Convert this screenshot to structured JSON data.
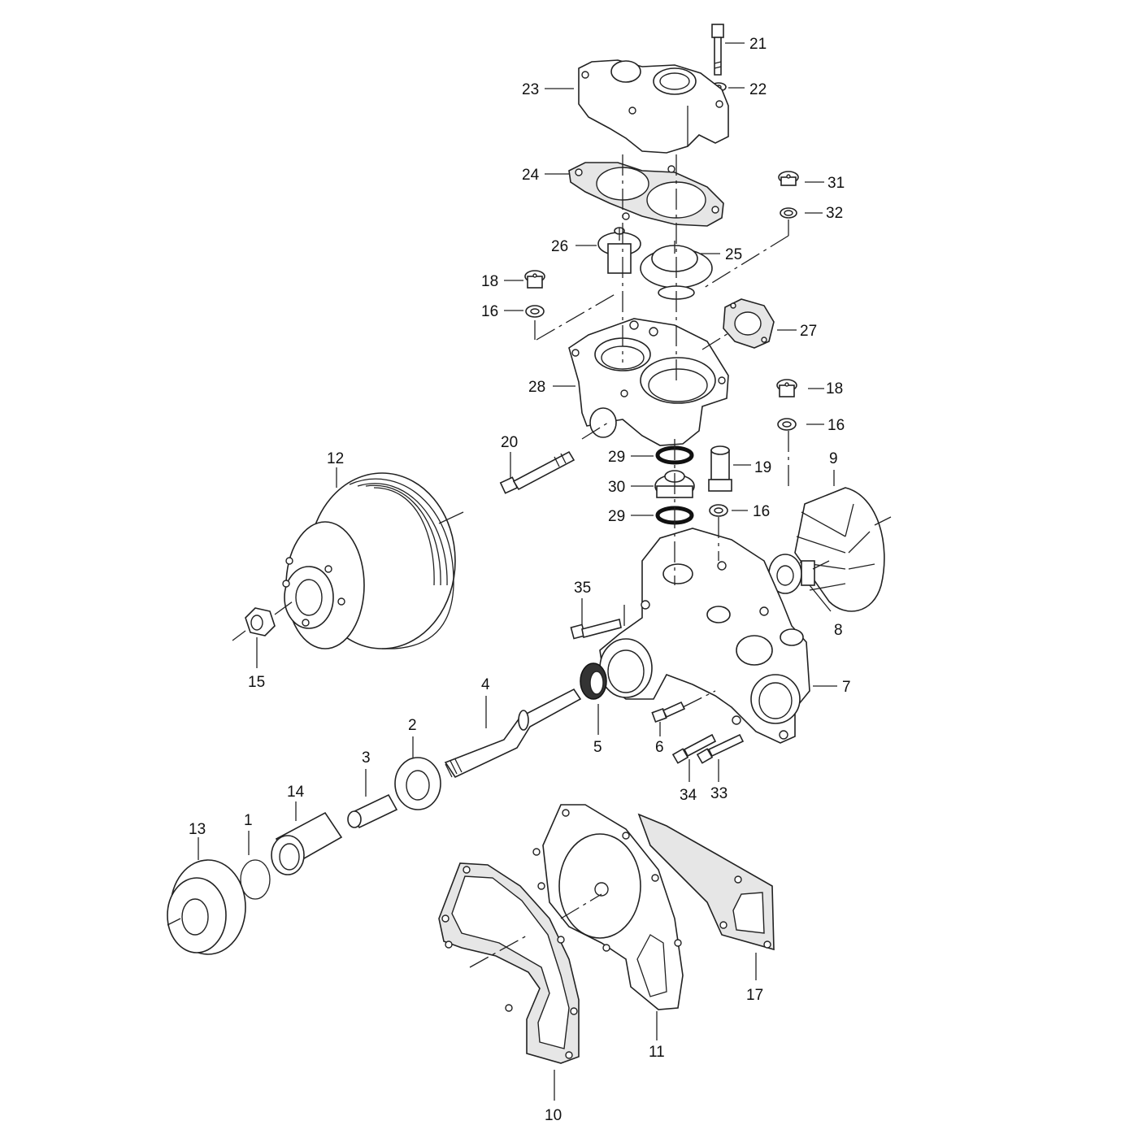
{
  "diagram": {
    "callouts": [
      {
        "id": "c1",
        "label": "1"
      },
      {
        "id": "c2",
        "label": "2"
      },
      {
        "id": "c3",
        "label": "3"
      },
      {
        "id": "c4",
        "label": "4"
      },
      {
        "id": "c5",
        "label": "5"
      },
      {
        "id": "c6",
        "label": "6"
      },
      {
        "id": "c7",
        "label": "7"
      },
      {
        "id": "c8",
        "label": "8"
      },
      {
        "id": "c9",
        "label": "9"
      },
      {
        "id": "c10",
        "label": "10"
      },
      {
        "id": "c11",
        "label": "11"
      },
      {
        "id": "c12",
        "label": "12"
      },
      {
        "id": "c13",
        "label": "13"
      },
      {
        "id": "c14",
        "label": "14"
      },
      {
        "id": "c15",
        "label": "15"
      },
      {
        "id": "c16a",
        "label": "16"
      },
      {
        "id": "c16b",
        "label": "16"
      },
      {
        "id": "c16c",
        "label": "16"
      },
      {
        "id": "c17",
        "label": "17"
      },
      {
        "id": "c18a",
        "label": "18"
      },
      {
        "id": "c18b",
        "label": "18"
      },
      {
        "id": "c19",
        "label": "19"
      },
      {
        "id": "c20",
        "label": "20"
      },
      {
        "id": "c21",
        "label": "21"
      },
      {
        "id": "c22",
        "label": "22"
      },
      {
        "id": "c23",
        "label": "23"
      },
      {
        "id": "c24",
        "label": "24"
      },
      {
        "id": "c25",
        "label": "25"
      },
      {
        "id": "c26",
        "label": "26"
      },
      {
        "id": "c27",
        "label": "27"
      },
      {
        "id": "c28",
        "label": "28"
      },
      {
        "id": "c29a",
        "label": "29"
      },
      {
        "id": "c29b",
        "label": "29"
      },
      {
        "id": "c30",
        "label": "30"
      },
      {
        "id": "c31",
        "label": "31"
      },
      {
        "id": "c32",
        "label": "32"
      },
      {
        "id": "c33",
        "label": "33"
      },
      {
        "id": "c34",
        "label": "34"
      },
      {
        "id": "c35",
        "label": "35"
      }
    ]
  }
}
